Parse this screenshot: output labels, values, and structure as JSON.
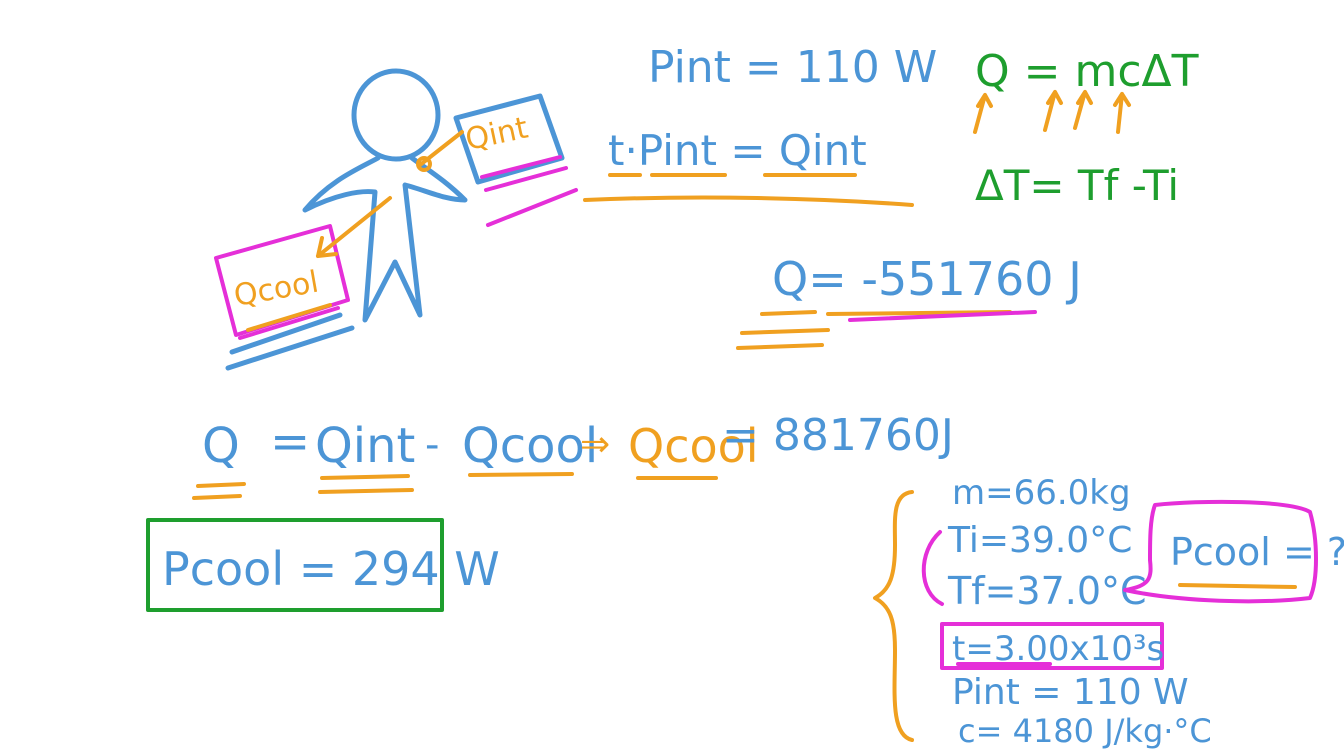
{
  "colors": {
    "blue": "#4c95d6",
    "orange": "#f0a020",
    "magenta": "#e52fd8",
    "green": "#1e9e2e"
  },
  "figure": {
    "q_int_label": "Qint",
    "q_cool_label": "Qcool"
  },
  "power_equations": {
    "p_int": "Pint = 110 W",
    "t_p_int": "t·Pint = Qint"
  },
  "heat_formula": {
    "q_mc_dt": "Q = mcΔT",
    "delta_t": "ΔT= Tf -Ti"
  },
  "q_result": "Q= -551760 J",
  "balance": {
    "q": "Q",
    "eq": "=",
    "q_int": "Qint",
    "minus": "-",
    "q_cool": "Qcool",
    "implies": "⇒",
    "q_cool_2": "Qcool",
    "value": "= 881760J"
  },
  "answer": "Pcool = 294 W",
  "givens": {
    "m": "m=66.0kg",
    "ti": "Ti=39.0°C",
    "tf": "Tf=37.0°C",
    "t": "t=3.00x10³s",
    "pint": "Pint = 110 W",
    "c": "c= 4180 J/kg·°C"
  },
  "unknown": "Pcool = ?"
}
